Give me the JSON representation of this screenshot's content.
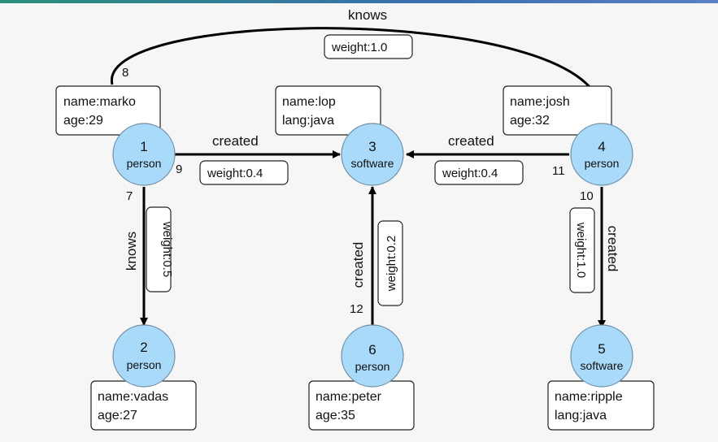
{
  "vertices": [
    {
      "id": "1",
      "label": "person",
      "props": [
        "name:marko",
        "age:29"
      ]
    },
    {
      "id": "2",
      "label": "person",
      "props": [
        "name:vadas",
        "age:27"
      ]
    },
    {
      "id": "3",
      "label": "software",
      "props": [
        "name:lop",
        "lang:java"
      ]
    },
    {
      "id": "4",
      "label": "person",
      "props": [
        "name:josh",
        "age:32"
      ]
    },
    {
      "id": "5",
      "label": "software",
      "props": [
        "name:ripple",
        "lang:java"
      ]
    },
    {
      "id": "6",
      "label": "person",
      "props": [
        "name:peter",
        "age:35"
      ]
    }
  ],
  "edges": [
    {
      "id": "8",
      "label": "knows",
      "weight": "weight:1.0",
      "from": "1",
      "to": "4"
    },
    {
      "id": "9",
      "label": "created",
      "weight": "weight:0.4",
      "from": "1",
      "to": "3"
    },
    {
      "id": "7",
      "label": "knows",
      "weight": "weight:0.5",
      "from": "1",
      "to": "2"
    },
    {
      "id": "11",
      "label": "created",
      "weight": "weight:0.4",
      "from": "4",
      "to": "3"
    },
    {
      "id": "10",
      "label": "created",
      "weight": "weight:1.0",
      "from": "4",
      "to": "5"
    },
    {
      "id": "12",
      "label": "created",
      "weight": "weight:0.2",
      "from": "6",
      "to": "3"
    }
  ],
  "colors": {
    "node_fill": "#a9daf9",
    "edge": "#000000"
  }
}
